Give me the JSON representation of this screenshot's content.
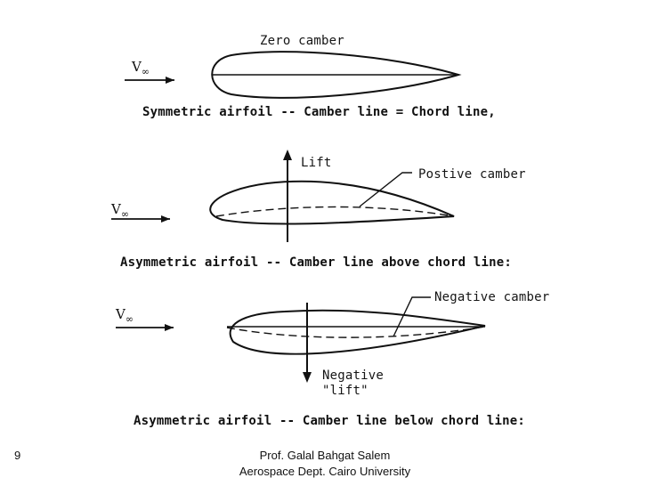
{
  "diagram1": {
    "title": "Zero camber",
    "velocity": "V",
    "velocity_sub": "∞",
    "caption": "Symmetric airfoil -- Camber line = Chord line,"
  },
  "diagram2": {
    "lift_label": "Lift",
    "camber_label": "Postive camber",
    "velocity": "V",
    "velocity_sub": "∞",
    "caption": "Asymmetric airfoil -- Camber line above chord line:"
  },
  "diagram3": {
    "camber_label": "Negative camber",
    "lift_label_1": "Negative",
    "lift_label_2": "\"lift\"",
    "velocity": "V",
    "velocity_sub": "∞",
    "caption": "Asymmetric airfoil -- Camber line below chord line:"
  },
  "footer": {
    "slide_number": "9",
    "author": "Prof. Galal Bahgat Salem",
    "department": "Aerospace Dept. Cairo University"
  }
}
